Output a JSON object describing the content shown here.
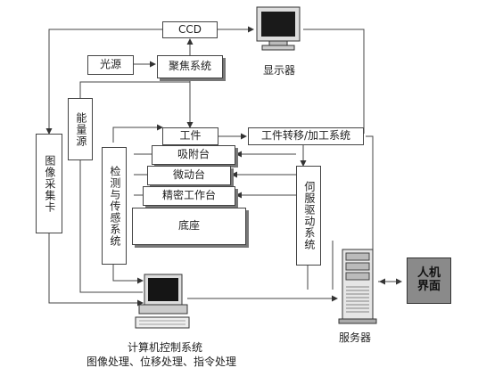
{
  "diagram": {
    "nodes": {
      "ccd": "CCD",
      "display": "显示器",
      "light_source": "光源",
      "focus_system": "聚焦系统",
      "energy_source": "能量源",
      "image_card": "图像采集卡",
      "workpiece": "工件",
      "transfer_system": "工件转移/加工系统",
      "suction_stage": "吸附台",
      "micro_stage": "微动台",
      "precision_table": "精密工作台",
      "base": "底座",
      "detection": "检测与传感系统",
      "servo": "伺服驱动系统",
      "server": "服务器",
      "hmi": "人机界面",
      "computer_title": "计算机控制系统",
      "computer_sub": "图像处理、位移处理、指令处理"
    }
  }
}
